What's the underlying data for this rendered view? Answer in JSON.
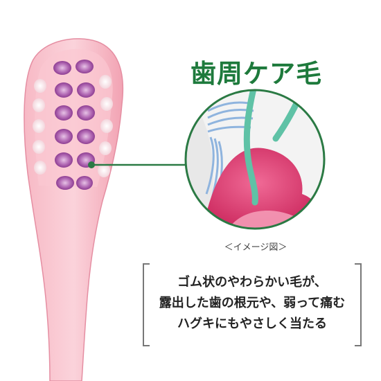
{
  "title": "歯周ケア毛",
  "caption": "＜イメージ図＞",
  "description": [
    "ゴム状のやわらかい毛が、",
    "露出した歯の根元や、弱って痛む",
    "ハグキにもやさしく当たる"
  ],
  "colors": {
    "title_green": "#1e7a3c",
    "callout_green": "#2b7a44",
    "handle_pink": "#f2a8b6",
    "gum_pink": "#e0427a",
    "soft_bristle_teal": "#5fc2a6"
  }
}
